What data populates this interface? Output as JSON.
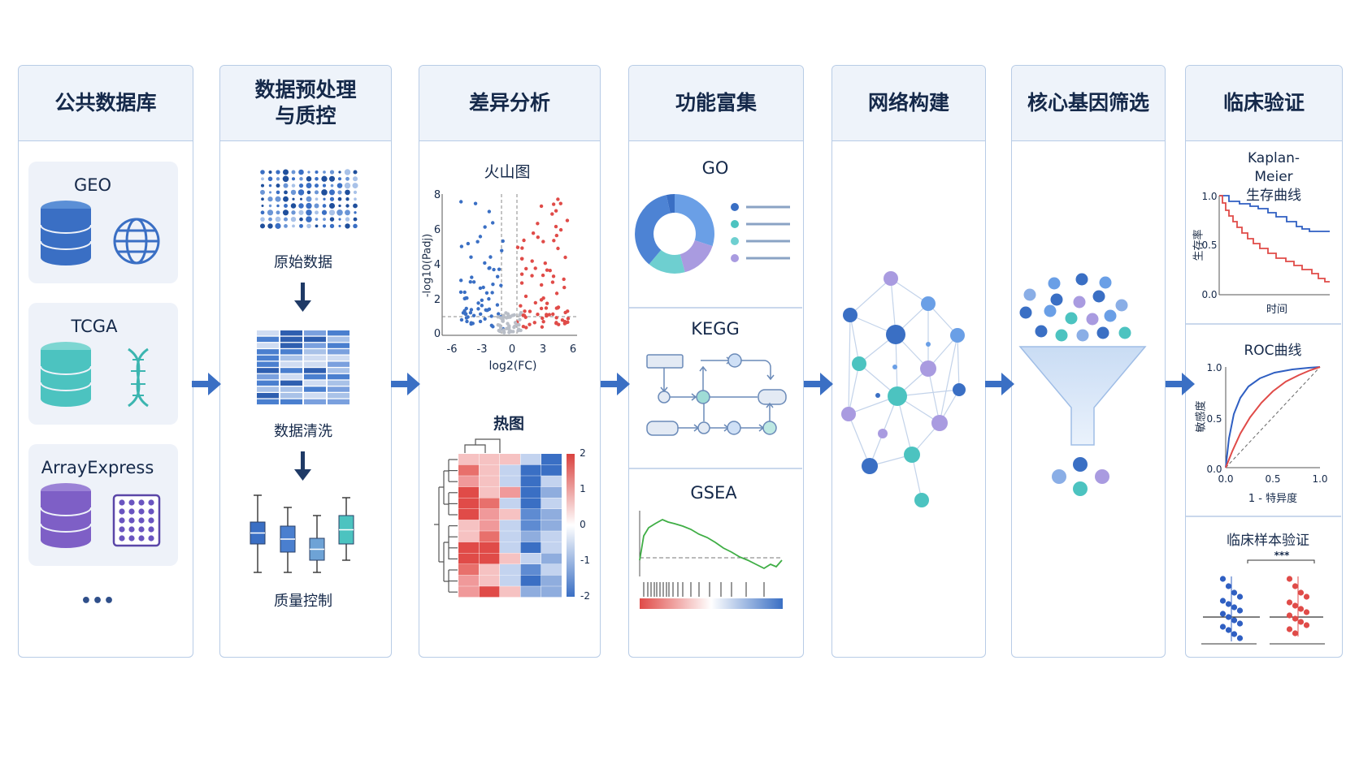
{
  "columns": [
    {
      "title": "公共数据库"
    },
    {
      "title": "数据预处理\n与质控"
    },
    {
      "title": "差异分析"
    },
    {
      "title": "功能富集"
    },
    {
      "title": "网络构建"
    },
    {
      "title": "核心基因筛选"
    },
    {
      "title": "临床验证"
    }
  ],
  "databases": {
    "items": [
      "GEO",
      "TCGA",
      "ArrayExpress"
    ],
    "more": "•••"
  },
  "preprocessing": {
    "steps": [
      "原始数据",
      "数据清洗",
      "质量控制"
    ]
  },
  "differential": {
    "volcano": {
      "title": "火山图",
      "xlabel": "log2(FC)",
      "ylabel": "-log10(Padj)",
      "xticks": [
        "-6",
        "-3",
        "0",
        "3",
        "6"
      ],
      "yticks": [
        "0",
        "2",
        "4",
        "6",
        "8"
      ]
    },
    "heatmap": {
      "title": "热图",
      "scale": [
        "2",
        "1",
        "0",
        "-1",
        "-2"
      ]
    }
  },
  "enrichment": {
    "go": "GO",
    "kegg": "KEGG",
    "gsea": "GSEA"
  },
  "clinical": {
    "km": {
      "title": "Kaplan-Meier\n生存曲线",
      "ylabel": "生存率",
      "xlabel": "时间",
      "yticks": [
        "1.0",
        "0.5",
        "0.0"
      ]
    },
    "roc": {
      "title": "ROC曲线",
      "ylabel": "敏感度",
      "xlabel": "1 - 特异度",
      "yticks": [
        "1.0",
        "0.5",
        "0.0"
      ],
      "xticks": [
        "0.0",
        "0.5",
        "1.0"
      ]
    },
    "validation": {
      "title": "临床样本验证",
      "significance": "***"
    }
  },
  "colors": {
    "blue": "#3a6fc4",
    "teal": "#4cc3c0",
    "purple": "#7e5fc6",
    "red": "#e04b48",
    "border": "#b8cce6",
    "arrow": "#3a6fc4"
  }
}
